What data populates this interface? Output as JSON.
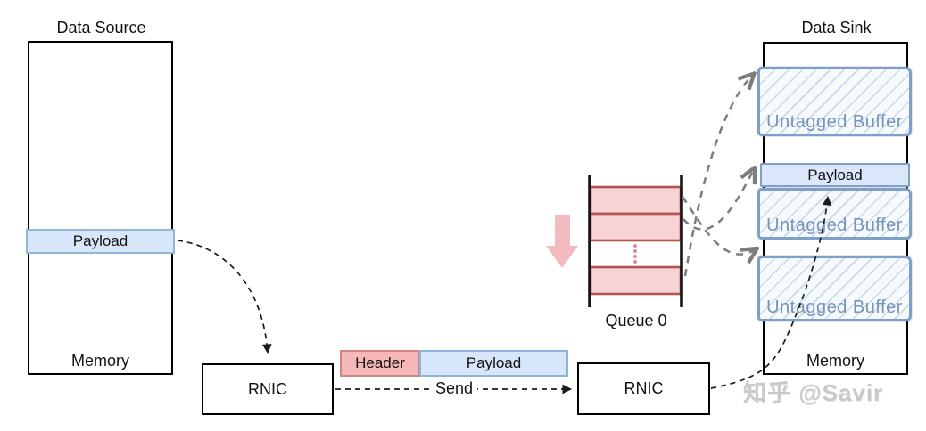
{
  "data_source": {
    "title": "Data Source",
    "payload": "Payload",
    "memory": "Memory"
  },
  "data_sink": {
    "title": "Data Sink",
    "payload": "Payload",
    "memory": "Memory",
    "buffers": [
      "Untagged Buffer",
      "Untagged Buffer",
      "Untagged Buffer"
    ]
  },
  "rnic_left": {
    "label": "RNIC"
  },
  "rnic_right": {
    "label": "RNIC"
  },
  "packet": {
    "header": "Header",
    "payload": "Payload"
  },
  "send": {
    "label": "Send"
  },
  "queue": {
    "label": "Queue 0",
    "filled_rows": 3,
    "direction_icon": "pink-down-arrow"
  },
  "watermark": "知乎 @Savir",
  "colors": {
    "payload_fill": "#d7e6f8",
    "payload_border": "#94b6d9",
    "header_fill": "#f5b7b7",
    "header_border": "#cf8585",
    "queue_row_fill": "#f7d3d5",
    "queue_row_line": "#b5534e",
    "buffer_border": "#7e9fc7",
    "buffer_label": "#7693bd",
    "gray_arrow": "#7d7d7d",
    "black_arrow": "#1c1c1c",
    "pink_arrow": "#f3bbbf",
    "watermark_gray": "#c9c9c9"
  }
}
